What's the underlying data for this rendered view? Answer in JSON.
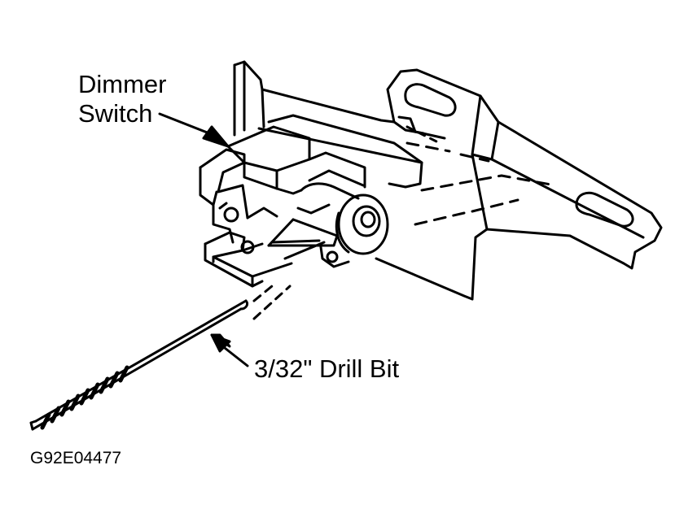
{
  "labels": {
    "dimmer_switch_line1": "Dimmer",
    "dimmer_switch_line2": "Switch",
    "drill_bit": "3/32\" Drill Bit",
    "figure_code": "G92E04477"
  },
  "colors": {
    "ink": "#000000",
    "paper": "#ffffff"
  }
}
